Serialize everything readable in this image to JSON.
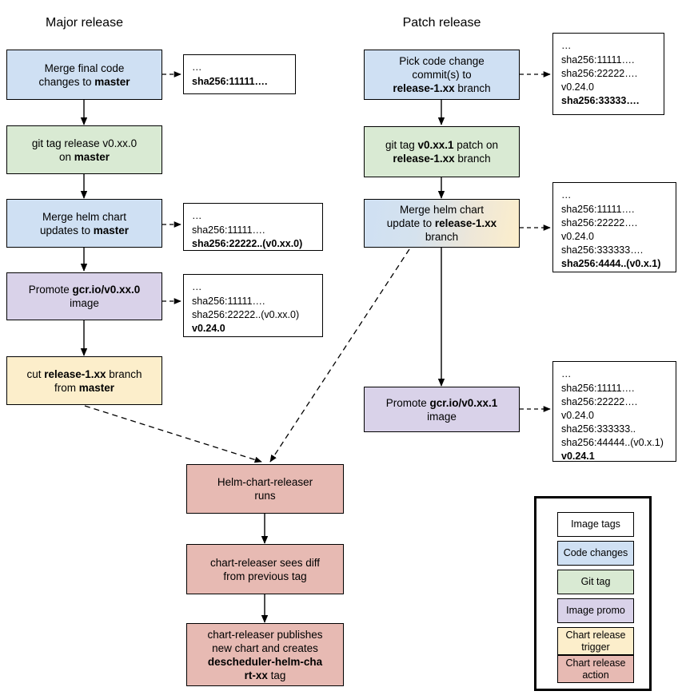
{
  "columns": {
    "major_title": "Major release",
    "patch_title": "Patch release"
  },
  "major_flow": [
    {
      "id": "merge-final-code",
      "kind": "code-changes",
      "lines": [
        [
          "Merge final code"
        ],
        [
          "changes to ",
          {
            "b": "master"
          }
        ]
      ]
    },
    {
      "id": "git-tag-release",
      "kind": "git-tag",
      "lines": [
        [
          "git tag release v0.xx.0"
        ],
        [
          "on ",
          {
            "b": "master"
          }
        ]
      ]
    },
    {
      "id": "merge-helm-chart-master",
      "kind": "code-changes",
      "lines": [
        [
          "Merge helm chart"
        ],
        [
          "updates to ",
          {
            "b": "master"
          }
        ]
      ]
    },
    {
      "id": "promote-image-major",
      "kind": "image-promo",
      "lines": [
        [
          "Promote ",
          {
            "b": "gcr.io/v0.xx.0"
          }
        ],
        [
          "image"
        ]
      ]
    },
    {
      "id": "cut-release-branch",
      "kind": "chart-release-trigger",
      "lines": [
        [
          "cut ",
          {
            "b": "release-1.xx"
          },
          " branch"
        ],
        [
          "from ",
          {
            "b": "master"
          }
        ]
      ]
    }
  ],
  "patch_flow": [
    {
      "id": "pick-code-change",
      "kind": "code-changes",
      "lines": [
        [
          "Pick code change"
        ],
        [
          "commit(s) to"
        ],
        [
          {
            "b": "release-1.xx"
          },
          " branch"
        ]
      ]
    },
    {
      "id": "git-tag-patch",
      "kind": "git-tag",
      "lines": [
        [
          "git tag ",
          {
            "b": "v0.xx.1"
          },
          " patch on"
        ],
        [
          {
            "b": "release-1.xx"
          },
          " branch"
        ]
      ]
    },
    {
      "id": "merge-helm-chart-release-branch",
      "kind": "gradient-code-to-trigger",
      "lines": [
        [
          "Merge helm chart"
        ],
        [
          "update to ",
          {
            "b": "release-1.xx"
          }
        ],
        [
          "branch"
        ]
      ]
    },
    {
      "id": "promote-image-patch",
      "kind": "image-promo",
      "lines": [
        [
          "Promote ",
          {
            "b": "gcr.io/v0.xx.1"
          }
        ],
        [
          "image"
        ]
      ]
    }
  ],
  "bottom_flow": [
    {
      "id": "helm-chart-releaser-runs",
      "kind": "chart-release-action",
      "lines": [
        [
          "Helm-chart-releaser"
        ],
        [
          "runs"
        ]
      ]
    },
    {
      "id": "chart-releaser-sees-diff",
      "kind": "chart-release-action",
      "lines": [
        [
          "chart-releaser sees diff"
        ],
        [
          "from previous tag"
        ]
      ]
    },
    {
      "id": "chart-releaser-publishes",
      "kind": "chart-release-action",
      "lines": [
        [
          "chart-releaser publishes"
        ],
        [
          "new chart and creates"
        ],
        [
          {
            "b": "descheduler-helm-cha"
          }
        ],
        [
          {
            "b": "rt-xx"
          },
          " tag"
        ]
      ]
    }
  ],
  "tag_boxes": [
    {
      "id": "tags-after-merge-final-code",
      "lines": [
        {
          "text": "…",
          "bold": false
        },
        {
          "text": "sha256:11111….",
          "bold": true
        }
      ]
    },
    {
      "id": "tags-after-merge-helm-master",
      "lines": [
        {
          "text": "…",
          "bold": false
        },
        {
          "text": "sha256:11111….",
          "bold": false
        },
        {
          "text": "sha256:22222..(v0.xx.0)",
          "bold": true
        }
      ]
    },
    {
      "id": "tags-after-promote-major",
      "lines": [
        {
          "text": "…",
          "bold": false
        },
        {
          "text": "sha256:11111….",
          "bold": false
        },
        {
          "text": "sha256:22222..(v0.xx.0)",
          "bold": false
        },
        {
          "text": "v0.24.0",
          "bold": true
        }
      ]
    },
    {
      "id": "tags-after-pick-commit",
      "lines": [
        {
          "text": "…",
          "bold": false
        },
        {
          "text": "sha256:11111….",
          "bold": false
        },
        {
          "text": "sha256:22222….",
          "bold": false
        },
        {
          "text": "v0.24.0",
          "bold": false
        },
        {
          "text": "sha256:33333….",
          "bold": true
        }
      ]
    },
    {
      "id": "tags-after-merge-helm-release-branch",
      "lines": [
        {
          "text": "…",
          "bold": false
        },
        {
          "text": "sha256:11111….",
          "bold": false
        },
        {
          "text": "sha256:22222….",
          "bold": false
        },
        {
          "text": "v0.24.0",
          "bold": false
        },
        {
          "text": "sha256:333333….",
          "bold": false
        },
        {
          "text": "sha256:4444..(v0.x.1)",
          "bold": true
        }
      ]
    },
    {
      "id": "tags-after-promote-patch",
      "lines": [
        {
          "text": "…",
          "bold": false
        },
        {
          "text": "sha256:11111….",
          "bold": false
        },
        {
          "text": "sha256:22222….",
          "bold": false
        },
        {
          "text": "v0.24.0",
          "bold": false
        },
        {
          "text": "sha256:333333..",
          "bold": false
        },
        {
          "text": "sha256:44444..(v0.x.1)",
          "bold": false
        },
        {
          "text": "v0.24.1",
          "bold": true
        }
      ]
    }
  ],
  "legend": {
    "items": [
      {
        "id": "legend-image-tags",
        "label": "Image tags",
        "kind": "image-tags"
      },
      {
        "id": "legend-code-changes",
        "label": "Code changes",
        "kind": "code-changes"
      },
      {
        "id": "legend-git-tag",
        "label": "Git tag",
        "kind": "git-tag"
      },
      {
        "id": "legend-image-promo",
        "label": "Image promo",
        "kind": "image-promo"
      },
      {
        "id": "legend-chart-release-trigger",
        "label": "Chart release\ntrigger",
        "line1": "Chart release",
        "line2": "trigger",
        "kind": "chart-release-trigger"
      },
      {
        "id": "legend-chart-release-action",
        "label": "Chart release\naction",
        "line1": "Chart release",
        "line2": "action",
        "kind": "chart-release-action"
      }
    ]
  },
  "colors": {
    "code_changes": "#cfe0f3",
    "git_tag": "#d9ead3",
    "image_promo": "#d9d2e9",
    "chart_release_trigger": "#fceecb",
    "chart_release_action": "#e7bab3",
    "image_tags": "#ffffff",
    "stroke": "#000000",
    "background": "#ffffff"
  }
}
